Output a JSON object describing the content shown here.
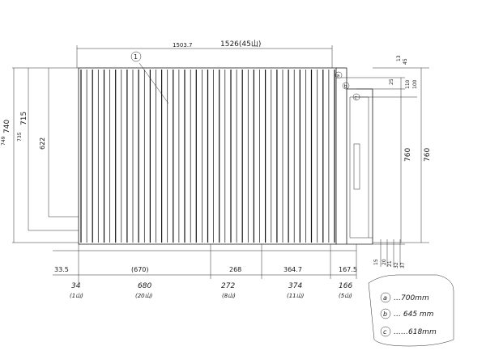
{
  "drawing": {
    "overall_width": "1526(45山)",
    "inner_width": "1503.7",
    "part_number": "1",
    "left_heights": {
      "outer": "740",
      "inner": "715",
      "dim_735": "735",
      "dim_622": "622",
      "dim_small": "749"
    },
    "right_heights": {
      "outer": "760",
      "inner": "760",
      "top_small": [
        "13",
        "45",
        "25",
        "110",
        "100"
      ]
    },
    "bottom_small": [
      "15",
      "20",
      "21",
      "32",
      "37"
    ],
    "bottom_row1": [
      "33.5",
      "(670)",
      "268",
      "364.7",
      "167.5"
    ],
    "bottom_row2": [
      "34",
      "680",
      "272",
      "374",
      "166"
    ],
    "bottom_row2_sub": [
      "(1山)",
      "(20山)",
      "(8山)",
      "(11山)",
      "(5山)"
    ],
    "side_labels": [
      "a",
      "b",
      "c"
    ],
    "legend": [
      {
        "key": "a",
        "value": "…700mm"
      },
      {
        "key": "b",
        "value": "… 645 mm"
      },
      {
        "key": "c",
        "value": "……618mm"
      }
    ]
  },
  "colors": {
    "ink": "#1a1a1a",
    "background": "#ffffff"
  }
}
